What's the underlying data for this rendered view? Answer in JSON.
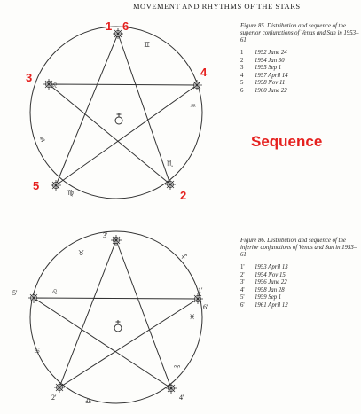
{
  "page": {
    "header": "MOVEMENT AND RHYTHMS OF THE STARS"
  },
  "figure1": {
    "caption": "Figure 85. Distribution and sequence of the superior conjunctions of Venus and Sun in 1953–61.",
    "entries": [
      {
        "num": "1",
        "date": "1952 June 24"
      },
      {
        "num": "2",
        "date": "1954 Jan 30"
      },
      {
        "num": "3",
        "date": "1955 Sep 1"
      },
      {
        "num": "4",
        "date": "1957 April 14"
      },
      {
        "num": "5",
        "date": "1958 Nov 11"
      },
      {
        "num": "6",
        "date": "1960 June 22"
      }
    ],
    "markers": [
      "1",
      "6",
      "2",
      "3",
      "4",
      "5"
    ],
    "sequence_label": "Sequence",
    "marker_color": "#e5201e"
  },
  "figure2": {
    "caption": "Figure 86. Distribution and sequence of the inferior conjunctions of Venus and Sun in 1953–61.",
    "entries": [
      {
        "num": "1'",
        "date": "1953 April 13"
      },
      {
        "num": "2'",
        "date": "1954 Nov 15"
      },
      {
        "num": "3'",
        "date": "1956 June 22"
      },
      {
        "num": "4'",
        "date": "1958 Jan 28"
      },
      {
        "num": "5'",
        "date": "1959 Sep 1"
      },
      {
        "num": "6'",
        "date": "1961 April 12"
      }
    ],
    "labels": [
      "3'",
      "5'",
      "6'",
      "1'",
      "2'",
      "4'"
    ]
  },
  "icons": {
    "center_symbol": "venus-mercury-glyph",
    "zodiac_signs": [
      "♊",
      "♌",
      "♍",
      "♏",
      "♒",
      "♑",
      "♉",
      "♐",
      "♓",
      "♎",
      "♋",
      "♈"
    ],
    "conjunction_marker": "sun-star-icon"
  }
}
